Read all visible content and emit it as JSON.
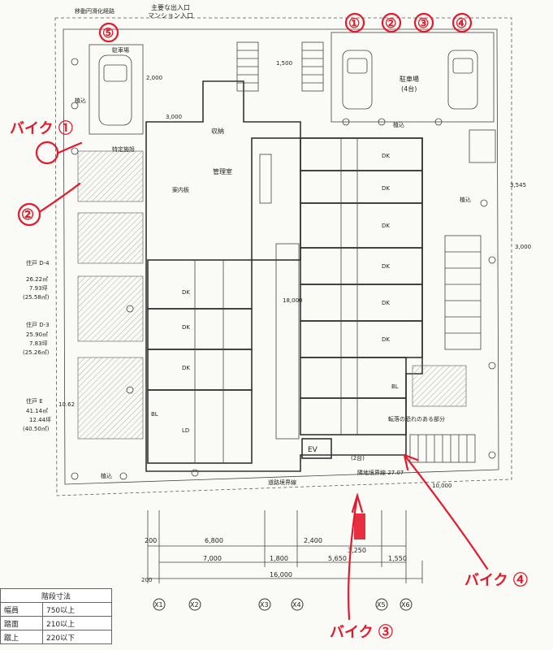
{
  "top_labels": {
    "main_entrance": "主要な出入口",
    "mansion_entrance": "マンション入口",
    "route": "移動円滑化経路"
  },
  "room_labels": {
    "parking_top": "駐車場",
    "parking_count": "(4台)",
    "parking_left": "駐車場",
    "planting": "植込",
    "bike_parking": "特定施設",
    "management": "管理室",
    "storage": "収納",
    "info": "案内板",
    "ev": "EV",
    "dk": "DK",
    "ld": "LD",
    "bl": "BL",
    "corridor_note": "転落の恐れのある部分",
    "unit_count": "(2台)"
  },
  "unit_labels": [
    {
      "name": "住戸 D-4",
      "area1": "26.22㎡",
      "area2": "7.93坪",
      "area3": "(25.58㎡)"
    },
    {
      "name": "住戸 D-3",
      "area1": "25.90㎡",
      "area2": "7.83坪",
      "area3": "(25.26㎡)"
    },
    {
      "name": "住戸 E",
      "area1": "41.14㎡",
      "area2": "12.44坪",
      "area3": "(40.50㎡)"
    }
  ],
  "dimensions": {
    "d_top": "1,500",
    "d_2000": "2,000",
    "d_3000": "3,000",
    "d_3545": "3,545",
    "d_3000b": "3,000",
    "d_18000": "18,000",
    "d_10000": "10,000",
    "d_1062": "10.62",
    "row1": [
      "200",
      "6,800",
      "2,400",
      "3,250"
    ],
    "row2": [
      "7,000",
      "1,800",
      "5,650",
      "1,550"
    ],
    "total": "16,000",
    "road_note": "道路境界線",
    "boundary_note": "隣地境界線 27.07"
  },
  "axes": [
    "X1",
    "X2",
    "X3",
    "X4",
    "X5",
    "X6"
  ],
  "annotations": {
    "bike1": "バイク ①",
    "bike2": "②",
    "bike3": "バイク ③",
    "bike4": "バイク ④",
    "num1": "①",
    "num2": "②",
    "num3": "③",
    "num4": "④",
    "num5": "⑤"
  },
  "stair_table": {
    "header": "階段寸法",
    "rows": [
      {
        "label": "幅員",
        "value": "750以上"
      },
      {
        "label": "踏面",
        "value": "210以上"
      },
      {
        "label": "蹴上",
        "value": "220以下"
      }
    ]
  }
}
